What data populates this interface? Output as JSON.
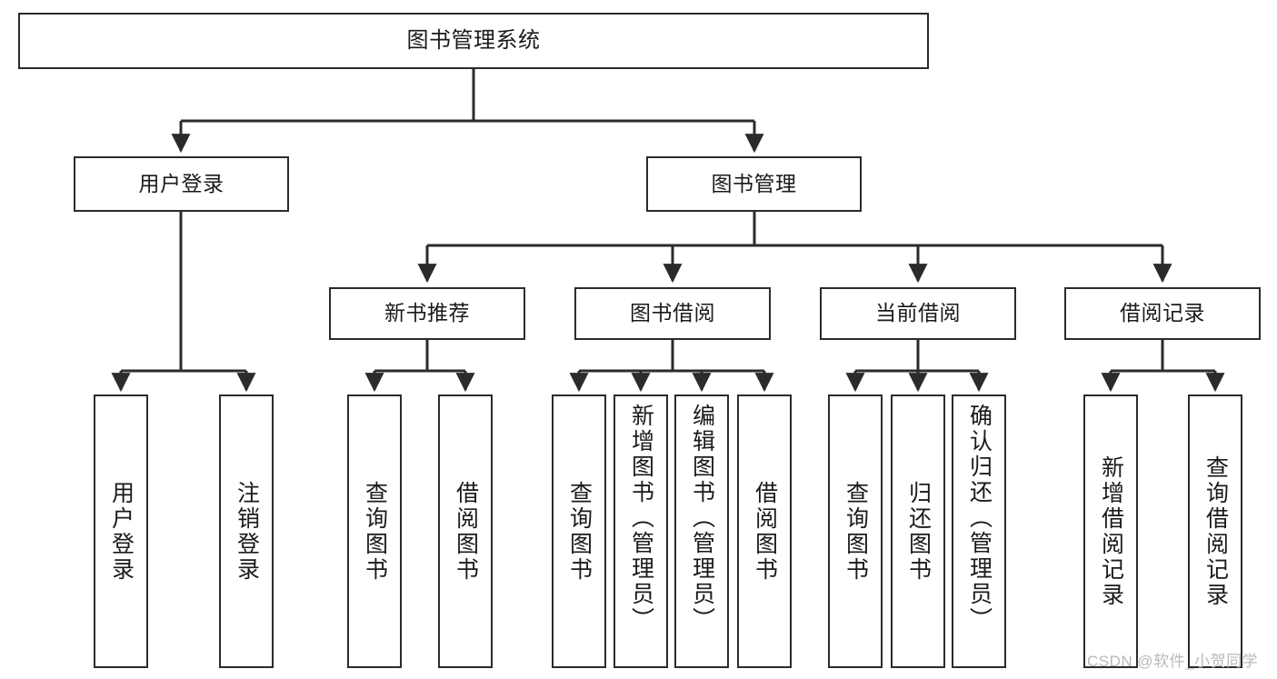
{
  "diagram": {
    "title": "图书管理系统",
    "type": "tree-hierarchy-chart",
    "orientation": "top-down",
    "line_color": "#2b2b2b",
    "box_fill": "#ffffff",
    "text_color": "#1a1a1a",
    "watermark": "CSDN @软件_小贺同学"
  },
  "nodes": {
    "root": {
      "label": "图书管理系统"
    },
    "level2": [
      {
        "label": "用户登录"
      },
      {
        "label": "图书管理"
      }
    ],
    "level3": [
      {
        "label": "新书推荐"
      },
      {
        "label": "图书借阅"
      },
      {
        "label": "当前借阅"
      },
      {
        "label": "借阅记录"
      }
    ],
    "leaves": {
      "user_login": [
        {
          "label": "用户登录"
        },
        {
          "label": "注销登录"
        }
      ],
      "new_book_recommend": [
        {
          "label": "查询图书"
        },
        {
          "label": "借阅图书"
        }
      ],
      "book_borrow": [
        {
          "label": "查询图书"
        },
        {
          "label": "新增图书（管理员）"
        },
        {
          "label": "编辑图书（管理员）"
        },
        {
          "label": "借阅图书"
        }
      ],
      "current_borrow": [
        {
          "label": "查询图书"
        },
        {
          "label": "归还图书"
        },
        {
          "label": "确认归还（管理员）"
        }
      ],
      "borrow_record": [
        {
          "label": "新增借阅记录"
        },
        {
          "label": "查询借阅记录"
        }
      ]
    }
  },
  "chart_data": {
    "type": "table",
    "title": "图书管理系统 功能结构图",
    "hierarchy": [
      {
        "level": 1,
        "label": "图书管理系统",
        "children": [
          {
            "level": 2,
            "label": "用户登录",
            "children": [
              {
                "level": 3,
                "label": "用户登录"
              },
              {
                "level": 3,
                "label": "注销登录"
              }
            ]
          },
          {
            "level": 2,
            "label": "图书管理",
            "children": [
              {
                "level": 3,
                "label": "新书推荐",
                "children": [
                  {
                    "level": 4,
                    "label": "查询图书"
                  },
                  {
                    "level": 4,
                    "label": "借阅图书"
                  }
                ]
              },
              {
                "level": 3,
                "label": "图书借阅",
                "children": [
                  {
                    "level": 4,
                    "label": "查询图书"
                  },
                  {
                    "level": 4,
                    "label": "新增图书（管理员）"
                  },
                  {
                    "level": 4,
                    "label": "编辑图书（管理员）"
                  },
                  {
                    "level": 4,
                    "label": "借阅图书"
                  }
                ]
              },
              {
                "level": 3,
                "label": "当前借阅",
                "children": [
                  {
                    "level": 4,
                    "label": "查询图书"
                  },
                  {
                    "level": 4,
                    "label": "归还图书"
                  },
                  {
                    "level": 4,
                    "label": "确认归还（管理员）"
                  }
                ]
              },
              {
                "level": 3,
                "label": "借阅记录",
                "children": [
                  {
                    "level": 4,
                    "label": "新增借阅记录"
                  },
                  {
                    "level": 4,
                    "label": "查询借阅记录"
                  }
                ]
              }
            ]
          }
        ]
      }
    ]
  }
}
